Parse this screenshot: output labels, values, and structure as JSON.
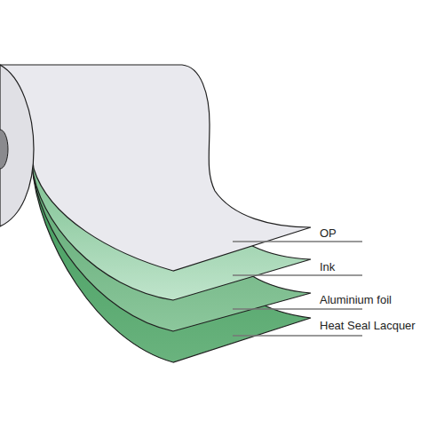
{
  "diagram": {
    "labels": [
      "OP",
      "Ink",
      "Aluminium foil",
      "Heat Seal Lacquer"
    ]
  }
}
